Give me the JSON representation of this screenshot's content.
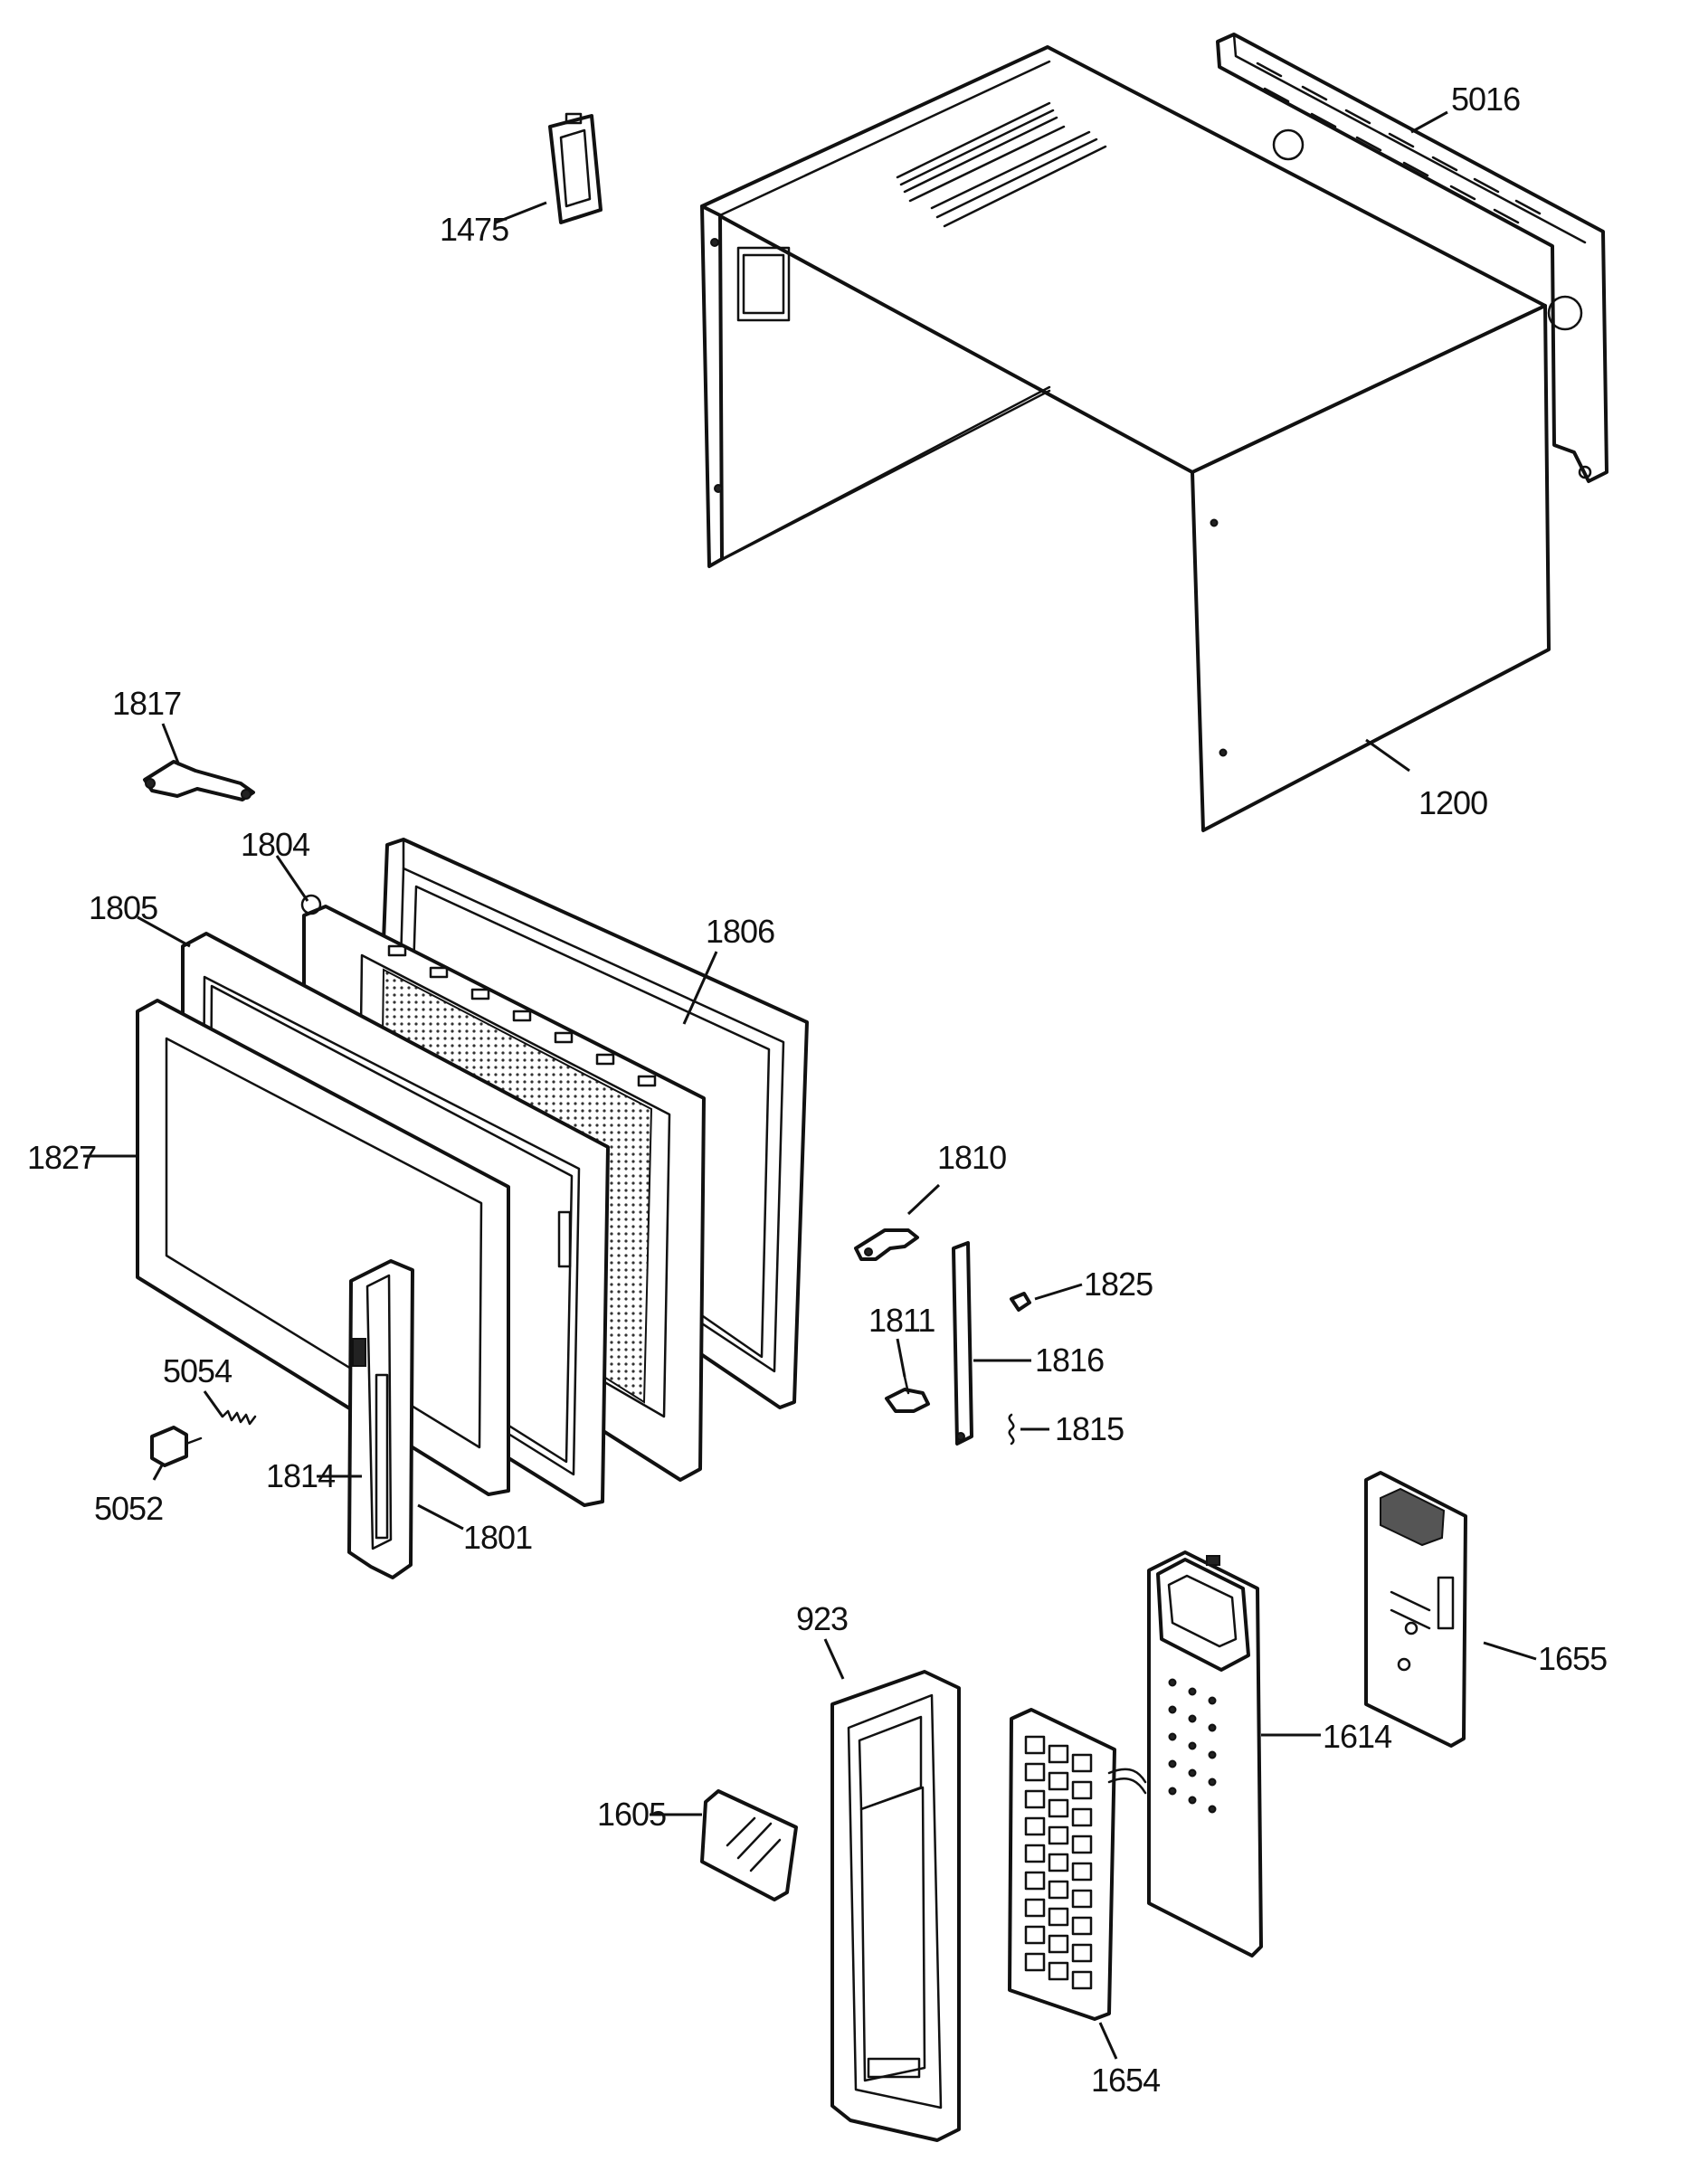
{
  "labels": {
    "l1475": "1475",
    "l5016": "5016",
    "l1200": "1200",
    "l1817": "1817",
    "l1804": "1804",
    "l1805": "1805",
    "l1806": "1806",
    "l1827": "1827",
    "l1810": "1810",
    "l1825": "1825",
    "l1811": "1811",
    "l1816": "1816",
    "l1815": "1815",
    "l5054": "5054",
    "l5052": "5052",
    "l1814": "1814",
    "l1801": "1801",
    "l923": "923",
    "l1655": "1655",
    "l1614": "1614",
    "l1605": "1605",
    "l1654": "1654"
  }
}
